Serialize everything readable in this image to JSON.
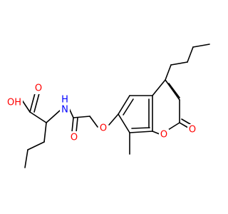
{
  "molecule": {
    "atom_labels": {
      "hydroxyl_oh": "OH",
      "carboxyl_o": "O",
      "amide_nh": "N",
      "amide_h": "H",
      "amide_o": "O",
      "ether_o": "O",
      "ring_o": "O",
      "lactone_o": "O"
    },
    "colors": {
      "bond": "#000000",
      "oxygen": "#ff0000",
      "nitrogen": "#0000ff",
      "background": "#ffffff"
    }
  }
}
